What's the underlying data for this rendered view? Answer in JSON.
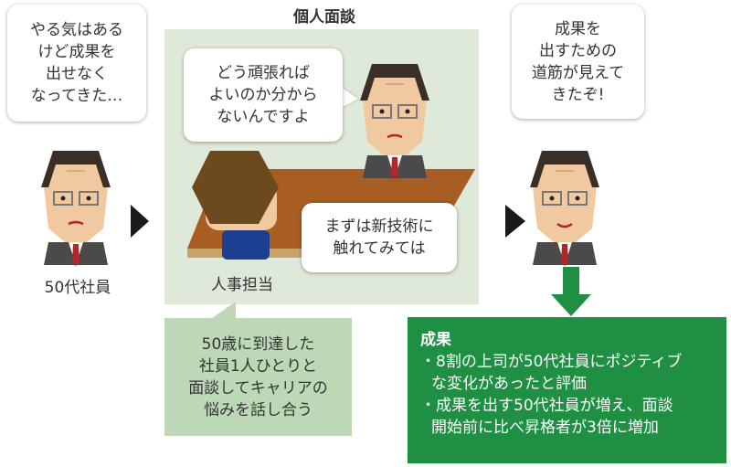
{
  "left": {
    "bubble": "やる気はある\nけど成果を\n出せなく\nなってきた…",
    "label": "50代社員"
  },
  "interview": {
    "title": "個人面談",
    "boss_bubble": "どう頑張れば\nよいのか分から\nないんですよ",
    "hr_bubble": "まずは新技術に\n触れてみては",
    "hr_label": "人事担当",
    "note": "50歳に到達した\n社員1人ひとりと\n面談してキャリアの\n悩みを話し合う"
  },
  "right": {
    "bubble": "成果を\n出すための\n道筋が見えて\nきたぞ!"
  },
  "result": {
    "heading": "成果",
    "items": [
      "・8割の上司が50代社員にポジティブ\nな変化があったと評価",
      "・成果を出す50代社員が増え、面談\n開始前に比べ昇格者が3倍に増加"
    ]
  },
  "colors": {
    "panel": "#dfe9d9",
    "note": "#bcd8b6",
    "result": "#1f8f43",
    "desk": "#a85e22",
    "hair": "#6b4a1e",
    "shirt": "#1d3f91"
  }
}
